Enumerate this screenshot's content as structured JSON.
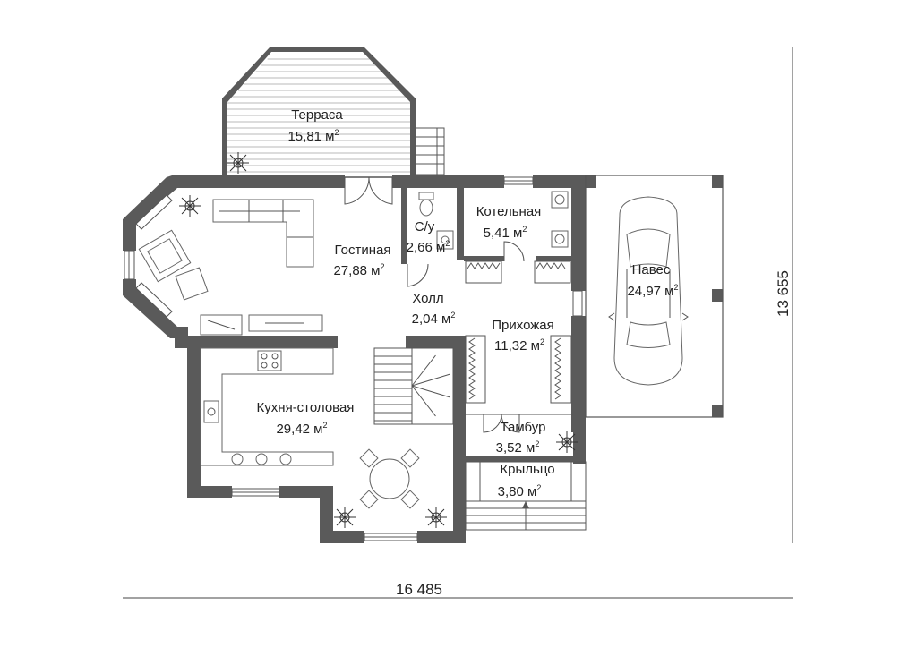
{
  "rooms": {
    "terrace": {
      "name": "Терраса",
      "area": "15,81 м",
      "unit_sup": "2"
    },
    "living": {
      "name": "Гостиная",
      "area": "27,88 м",
      "unit_sup": "2"
    },
    "wc": {
      "name": "С/у",
      "area": "2,66 м",
      "unit_sup": "2"
    },
    "boiler": {
      "name": "Котельная",
      "area": "5,41 м",
      "unit_sup": "2"
    },
    "carport": {
      "name": "Навес",
      "area": "24,97 м",
      "unit_sup": "2"
    },
    "hall": {
      "name": "Холл",
      "area": "2,04 м",
      "unit_sup": "2"
    },
    "entrance_hall": {
      "name": "Прихожая",
      "area": "11,32 м",
      "unit_sup": "2"
    },
    "kitchen": {
      "name": "Кухня-столовая",
      "area": "29,42 м",
      "unit_sup": "2"
    },
    "vestibule": {
      "name": "Тамбур",
      "area": "3,52 м",
      "unit_sup": "2"
    },
    "porch": {
      "name": "Крыльцо",
      "area": "3,80 м",
      "unit_sup": "2"
    }
  },
  "dimensions": {
    "width": "16 485",
    "height": "13 655"
  },
  "colors": {
    "wall": "#5a5a5a",
    "line": "#555555",
    "background": "#ffffff"
  }
}
